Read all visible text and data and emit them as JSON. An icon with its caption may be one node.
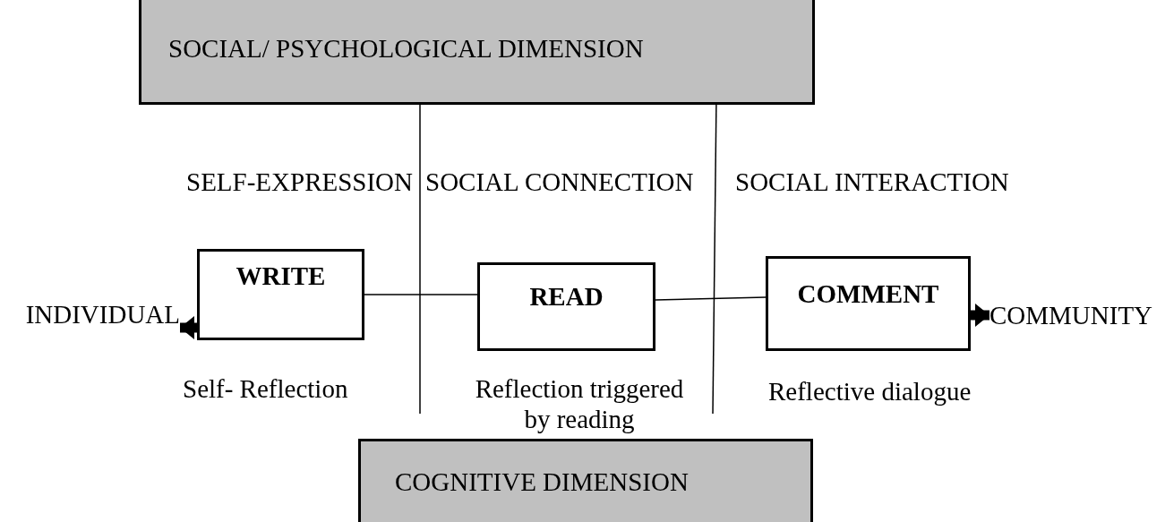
{
  "diagram": {
    "nodes": [
      {
        "text": [
          "SOCIAL/ PSYCHOLOGICAL DIMENSION"
        ]
      },
      {
        "text": [
          "WRITE"
        ]
      },
      {
        "text": [
          "READ"
        ]
      },
      {
        "text": [
          "COMMENT"
        ]
      },
      {
        "text": [
          "INDIVIDUAL"
        ]
      },
      {
        "text": [
          "COMMUNITY"
        ]
      },
      {
        "text": [
          "COGNITIVE DIMENSION"
        ]
      }
    ],
    "edges": [
      {
        "from": 1,
        "to": 2,
        "arrow": "none"
      },
      {
        "from": 2,
        "to": 3,
        "arrow": "none"
      },
      {
        "from": 1,
        "to": 4,
        "arrow": "to",
        "style": "thick"
      },
      {
        "from": 3,
        "to": 5,
        "arrow": "to",
        "style": "thick"
      }
    ],
    "labels": [
      "SELF-EXPRESSION",
      "SOCIAL CONNECTION",
      "SOCIAL INTERACTION",
      "Self- Reflection",
      "Reflection triggered by reading",
      "Reflective dialogue"
    ]
  }
}
